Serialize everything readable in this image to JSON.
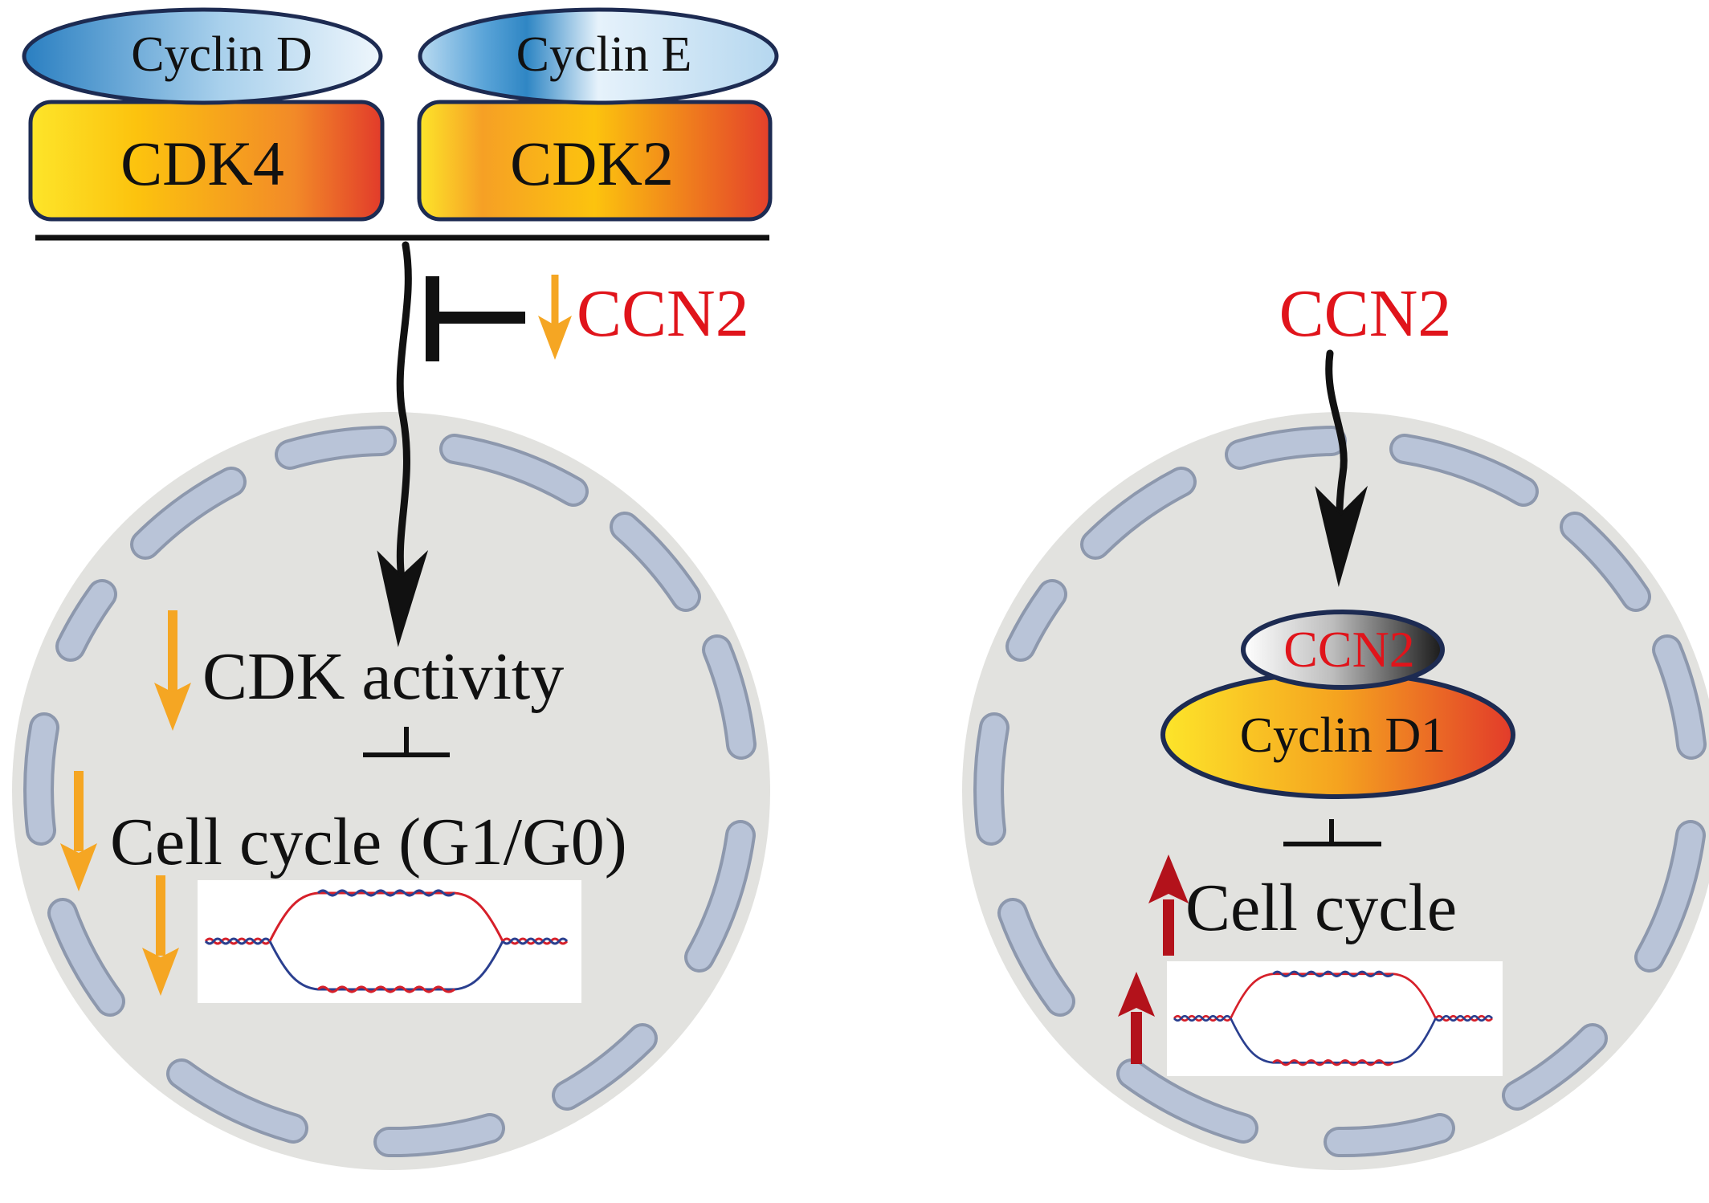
{
  "left_panel": {
    "complexes": [
      {
        "cyclin": "Cyclin D",
        "cdk": "CDK4"
      },
      {
        "cyclin": "Cyclin E",
        "cdk": "CDK2"
      }
    ],
    "inhibitor_label": "CCN2",
    "inhibitor_direction": "down",
    "nucleus_items": [
      {
        "text": "CDK activity",
        "direction": "down"
      },
      {
        "text": "Cell cycle (G1/G0)",
        "direction": "down"
      }
    ],
    "replication_direction": "down"
  },
  "right_panel": {
    "input_label": "CCN2",
    "complex_top": "CCN2",
    "complex_bottom": "Cyclin D1",
    "outcome_text": "Cell cycle",
    "outcome_direction": "up",
    "replication_direction": "up"
  },
  "colors": {
    "ccn2_text": "#e0141b",
    "down_arrow": "#f5a623",
    "up_arrow": "#b3121b",
    "nucleus_fill": "#e2e2df",
    "nuclear_pore": "#b9c4d8",
    "cyclin_blue": "#2f86c4",
    "cdk_orange": "#f28a28",
    "outline_navy": "#1d2b52",
    "dna_red": "#d6202a",
    "dna_blue": "#2a3f8f"
  }
}
